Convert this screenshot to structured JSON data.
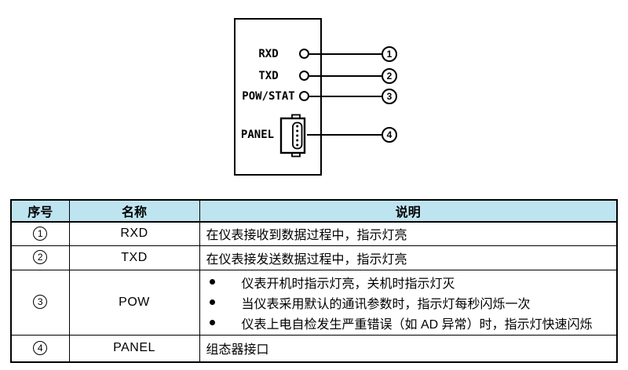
{
  "diagram": {
    "indicators": [
      {
        "label": "RXD",
        "num": "1"
      },
      {
        "label": "TXD",
        "num": "2"
      },
      {
        "label": "POW/STAT",
        "num": "3"
      },
      {
        "label": "PANEL",
        "num": "4"
      }
    ]
  },
  "table": {
    "headers": {
      "index": "序号",
      "name": "名称",
      "description": "说明"
    },
    "rows": [
      {
        "num": "1",
        "name": "RXD",
        "desc": "在仪表接收到数据过程中，指示灯亮"
      },
      {
        "num": "2",
        "name": "TXD",
        "desc": "在仪表接发送数据过程中，指示灯亮"
      },
      {
        "num": "3",
        "name": "POW",
        "bullets": [
          "仪表开机时指示灯亮，关机时指示灯灭",
          "当仪表采用默认的通讯参数时，指示灯每秒闪烁一次",
          "仪表上电自检发生严重错误（如 AD 异常）时，指示灯快速闪烁"
        ]
      },
      {
        "num": "4",
        "name": "PANEL",
        "desc": "组态器接口"
      }
    ]
  },
  "colors": {
    "header_bg": "#bee4f0",
    "line": "#000000"
  }
}
